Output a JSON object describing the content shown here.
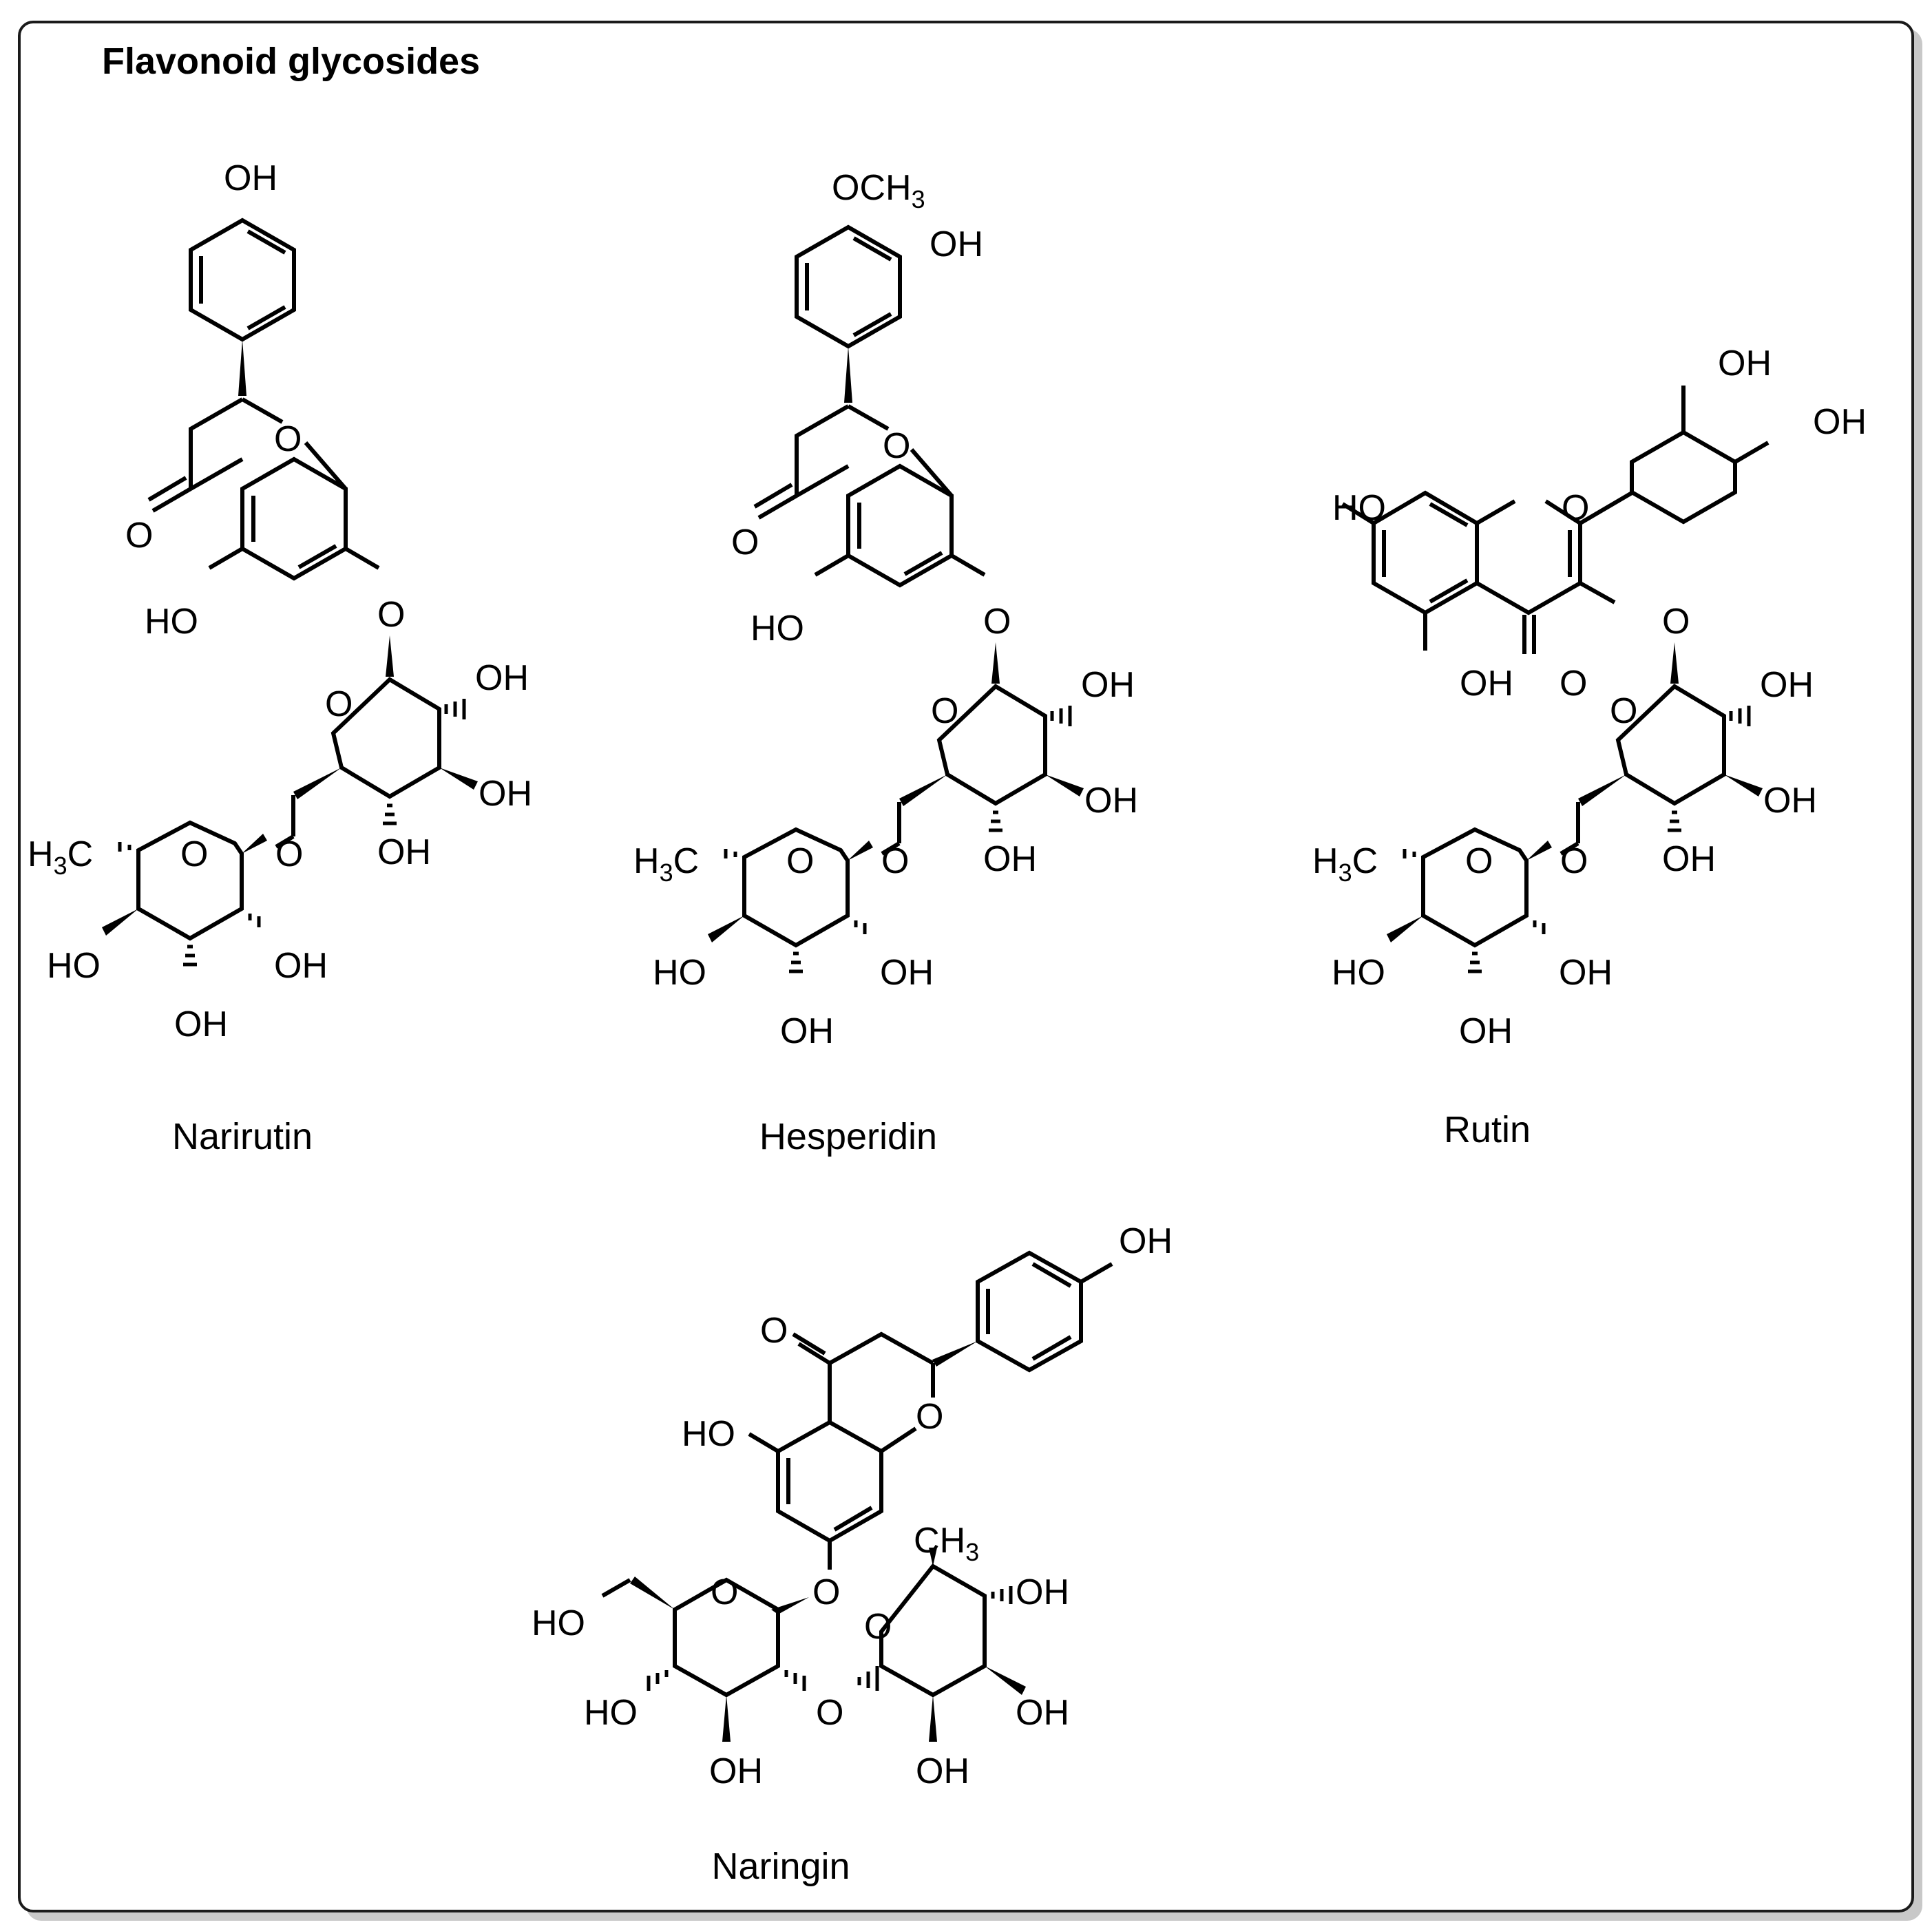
{
  "title": "Flavonoid glycosides",
  "compounds": [
    {
      "name": "Narirutin"
    },
    {
      "name": "Hesperidin"
    },
    {
      "name": "Rutin"
    },
    {
      "name": "Naringin"
    }
  ],
  "atom_labels": {
    "oh": "OH",
    "ho": "HO",
    "o": "O",
    "och3": "OCH3",
    "h3c": "H3C",
    "ch3": "CH3"
  }
}
